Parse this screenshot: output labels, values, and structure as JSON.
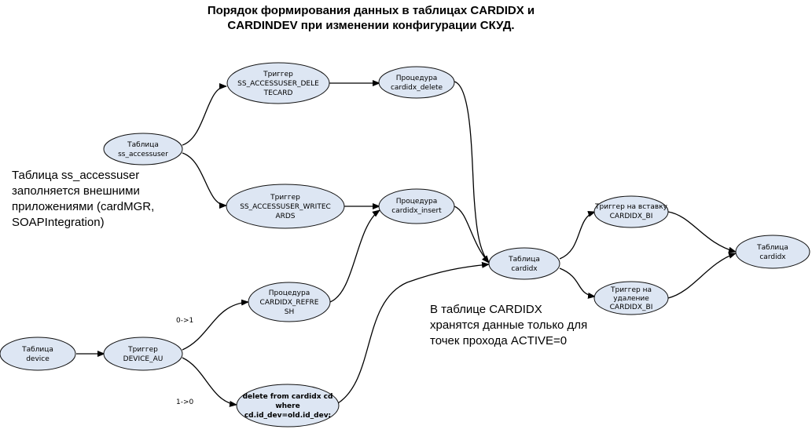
{
  "title": {
    "line1": "Порядок формирования данных в таблицах CARDIDX и",
    "line2": "CARDINDEV при изменении конфигурации СКУД."
  },
  "notes": {
    "left": [
      "Таблица ss_accessuser",
      "заполняется внешними",
      "приложениями (cardMGR,",
      "SOAPIntegration)"
    ],
    "right": [
      "В таблице CARDIDX",
      "хранятся данные только для",
      "точек прохода ACTIVE=0"
    ]
  },
  "nodes": {
    "ss_accessuser": [
      "Таблица",
      "ss_accessuser"
    ],
    "trigger_delete": [
      "Триггер",
      "SS_ACCESSUSER_DELE",
      "TECARD"
    ],
    "proc_delete": [
      "Процедура",
      "cardidx_delete"
    ],
    "trigger_write": [
      "Триггер",
      "SS_ACCESSUSER_WRITEC",
      "ARDS"
    ],
    "proc_insert": [
      "Процедура",
      "cardidx_insert"
    ],
    "table_cardidx": [
      "Таблица",
      "cardidx"
    ],
    "trigger_bi": [
      "Триггер на вставку",
      "CARDIDX_BI"
    ],
    "trigger_bd": [
      "Триггер на",
      "удаление",
      "CARDIDX_BI"
    ],
    "table_cardidx_final": [
      "Таблица",
      "cardidx"
    ],
    "proc_refresh": [
      "Процедура",
      "CARDIDX_REFRE",
      "SH"
    ],
    "device": [
      "Таблица",
      "device"
    ],
    "trigger_device_au": [
      "Триггер",
      "DEVICE_AU"
    ],
    "delete_stmt": [
      "delete from cardidx cd",
      "where",
      "cd.id_dev=old.id_dev;"
    ]
  },
  "edge_labels": {
    "refresh": "0->1",
    "delete": "1->0"
  }
}
